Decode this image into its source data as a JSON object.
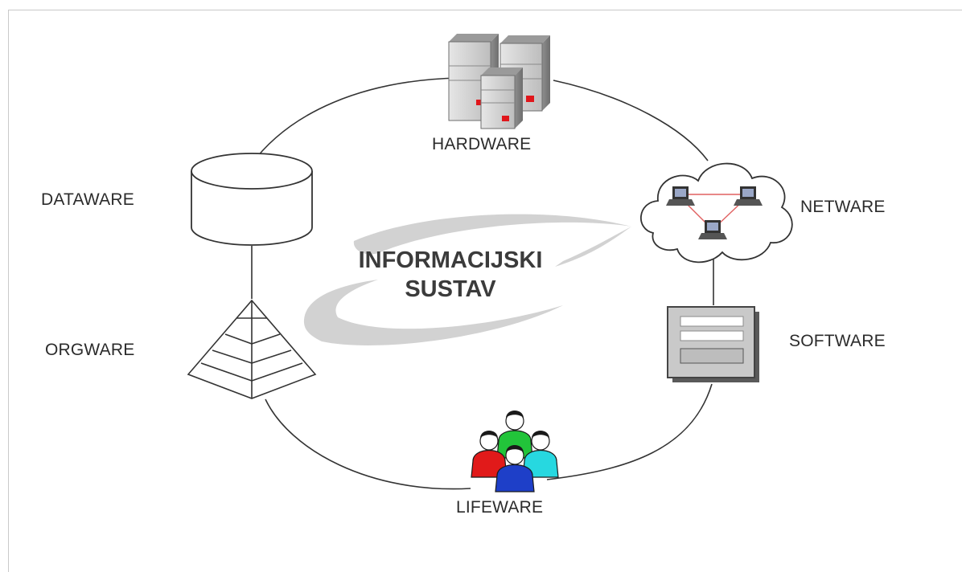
{
  "diagram": {
    "center_title_line1": "INFORMACIJSKI",
    "center_title_line2": "SUSTAV",
    "components": {
      "hardware": "HARDWARE",
      "netware": "NETWARE",
      "software": "SOFTWARE",
      "lifeware": "LIFEWARE",
      "orgware": "ORGWARE",
      "dataware": "DATAWARE"
    }
  },
  "colors": {
    "line": "#333333",
    "swoosh": "#d0d0d0",
    "server_accent": "#e0161b",
    "network_link": "#e06060",
    "person_red": "#e11a1a",
    "person_green": "#22c43a",
    "person_cyan": "#27d8e0",
    "person_blue": "#1e3fc8"
  }
}
